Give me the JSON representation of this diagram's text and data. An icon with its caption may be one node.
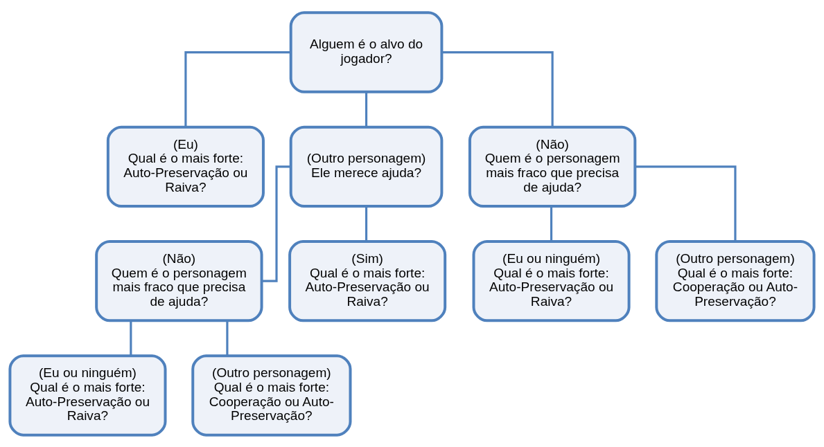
{
  "diagram": {
    "nodes": [
      {
        "text": [
          "Alguem é o alvo do jogador?"
        ]
      },
      {
        "text": [
          "(Eu)",
          "Qual é o mais forte: Auto-Preservação ou Raiva?"
        ]
      },
      {
        "text": [
          "(Outro personagem)",
          "Ele merece ajuda?"
        ]
      },
      {
        "text": [
          "(Não)",
          "Quem é o personagem mais fraco que precisa de ajuda?"
        ]
      },
      {
        "text": [
          "(Não)",
          "Quem é o personagem mais fraco que precisa de ajuda?"
        ]
      },
      {
        "text": [
          "(Sim)",
          "Qual é o mais forte: Auto-Preservação ou Raiva?"
        ]
      },
      {
        "text": [
          "(Eu ou ninguém)",
          "Qual é o mais forte: Auto-Preservação ou Raiva?"
        ]
      },
      {
        "text": [
          "(Outro personagem)",
          "Qual é o mais forte: Cooperação ou Auto-Preservação?"
        ]
      },
      {
        "text": [
          "(Eu ou ninguém)",
          "Qual é o mais forte: Auto-Preservação ou Raiva?"
        ]
      },
      {
        "text": [
          "(Outro personagem)",
          "Qual é o mais forte: Cooperação ou Auto-Preservação?"
        ]
      }
    ],
    "edges": [
      {
        "from": 0,
        "to": 1,
        "arrow": "none"
      },
      {
        "from": 0,
        "to": 2,
        "arrow": "none"
      },
      {
        "from": 0,
        "to": 3,
        "arrow": "none"
      },
      {
        "from": 2,
        "to": 4,
        "arrow": "none"
      },
      {
        "from": 2,
        "to": 5,
        "arrow": "none"
      },
      {
        "from": 3,
        "to": 6,
        "arrow": "none"
      },
      {
        "from": 3,
        "to": 7,
        "arrow": "none"
      },
      {
        "from": 4,
        "to": 8,
        "arrow": "none"
      },
      {
        "from": 4,
        "to": 9,
        "arrow": "none"
      }
    ]
  }
}
